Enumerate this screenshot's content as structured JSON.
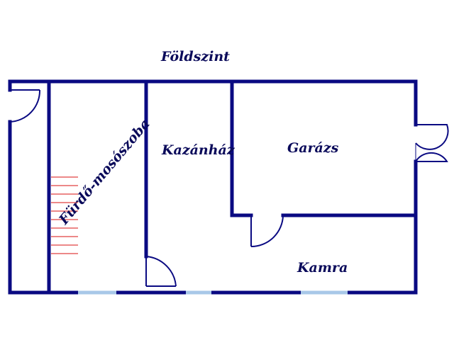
{
  "plan": {
    "title": "Földszint",
    "rooms": {
      "bathroom": "Fürdő-mosószoba",
      "boiler_room": "Kazánház",
      "garage": "Garázs",
      "pantry": "Kamra"
    },
    "colors": {
      "wall": "#0a0a82",
      "window": "#a8c8e8",
      "stairs": "#e04040",
      "door": "#0a0a82",
      "text": "#0a0a5a"
    }
  }
}
